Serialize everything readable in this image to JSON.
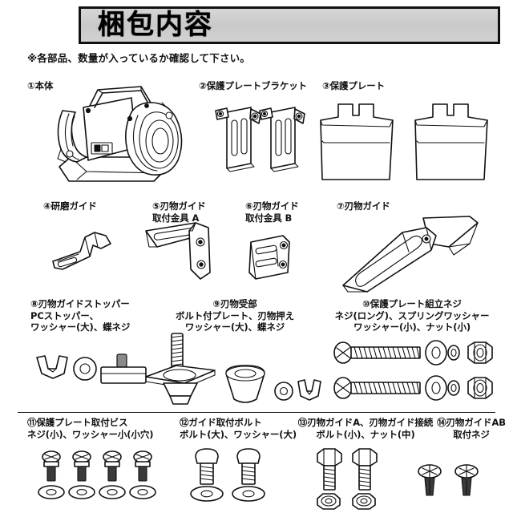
{
  "header": {
    "title": "梱包内容",
    "note": "※各部品、数量が入っているか確認して下さい。"
  },
  "items": [
    {
      "no": "①",
      "label": "①本体",
      "lines": [
        "①本体"
      ]
    },
    {
      "no": "②",
      "label": "②保護プレートブラケット",
      "lines": [
        "②保護プレートブラケット"
      ]
    },
    {
      "no": "③",
      "label": "③保護プレート",
      "lines": [
        "③保護プレート"
      ]
    },
    {
      "no": "④",
      "label": "④研磨ガイド",
      "lines": [
        "④研磨ガイド"
      ]
    },
    {
      "no": "⑤",
      "label": "⑤刃物ガイド取付金具A",
      "lines": [
        "⑤刃物ガイド",
        "取付金具 A"
      ]
    },
    {
      "no": "⑥",
      "label": "⑥刃物ガイド取付金具B",
      "lines": [
        "⑥刃物ガイド",
        "取付金具 B"
      ]
    },
    {
      "no": "⑦",
      "label": "⑦刃物ガイド",
      "lines": [
        "⑦刃物ガイド"
      ]
    },
    {
      "no": "⑧",
      "label": "⑧刃物ガイドストッパー PCストッパー、ワッシャー(大)、蝶ネジ",
      "lines": [
        "⑧刃物ガイドストッパー",
        "PCストッパー、",
        "ワッシャー(大)、蝶ネジ"
      ]
    },
    {
      "no": "⑨",
      "label": "⑨刃物受部 ボルト付プレート、刃物押え ワッシャー(大)、蝶ネジ",
      "lines": [
        "⑨刃物受部",
        "ボルト付プレート、刃物押え",
        "ワッシャー(大)、蝶ネジ"
      ]
    },
    {
      "no": "⑩",
      "label": "⑩保護プレート組立ネジ ネジ(ロング)、スプリングワッシャー ワッシャー(小)、ナット(小)",
      "lines": [
        "⑩保護プレート組立ネジ",
        "ネジ(ロング)、スプリングワッシャー",
        "ワッシャー(小)、ナット(小)"
      ]
    },
    {
      "no": "⑪",
      "label": "⑪保護プレート取付ビス ネジ(小)、ワッシャー小(小穴)",
      "lines": [
        "⑪保護プレート取付ビス",
        "ネジ(小)、ワッシャー小(小穴)"
      ]
    },
    {
      "no": "⑫",
      "label": "⑫ガイド取付ボルト ボルト(大)、ワッシャー(大)",
      "lines": [
        "⑫ガイド取付ボルト",
        "ボルト(大)、ワッシャー(大)"
      ]
    },
    {
      "no": "⑬",
      "label": "⑬刃物ガイドA、刃物ガイド接続 ボルト(小)、ナット(中)",
      "lines": [
        "⑬刃物ガイドA、刃物ガイド接続",
        "ボルト(小)、ナット(中)"
      ]
    },
    {
      "no": "⑭",
      "label": "⑭刃物ガイドAB 取付ネジ",
      "lines": [
        "⑭刃物ガイドAB",
        "取付ネジ"
      ]
    }
  ],
  "labels": {
    "item1": "①本体",
    "item2": "②保護プレートブラケット",
    "item3": "③保護プレート",
    "item4": "④研磨ガイド",
    "item5": "⑤刃物ガイド\n取付金具 A",
    "item6": "⑥刃物ガイド\n取付金具 B",
    "item7": "⑦刃物ガイド",
    "item8": "⑧刃物ガイドストッパー\nPCストッパー、\nワッシャー(大)、蝶ネジ",
    "item9": "⑨刃物受部\nボルト付プレート、刃物押え\nワッシャー(大)、蝶ネジ",
    "item10": "⑩保護プレート組立ネジ\nネジ(ロング)、スプリングワッシャー\nワッシャー(小)、ナット(小)",
    "item11": "⑪保護プレート取付ビス\nネジ(小)、ワッシャー小(小穴)",
    "item12": "⑫ガイド取付ボルト\nボルト(大)、ワッシャー(大)",
    "item13": "⑬刃物ガイドA、刃物ガイド接続\nボルト(小)、ナット(中)",
    "item14": "⑭刃物ガイドAB\n取付ネジ"
  },
  "colors": {
    "ink": "#111111",
    "paper": "#ffffff",
    "banner_fill": "#d0d0d0",
    "metal_shade": "#8a8a8a"
  }
}
